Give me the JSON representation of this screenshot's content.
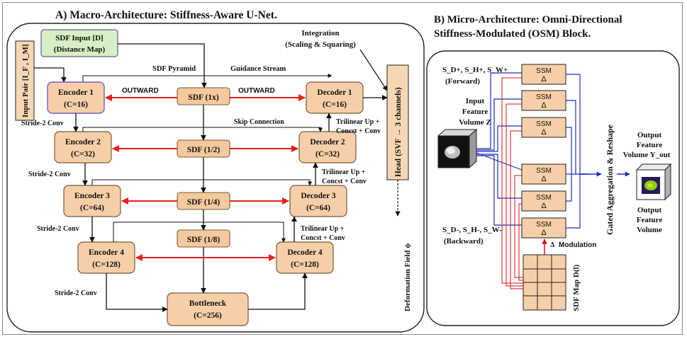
{
  "colors": {
    "node_fill": "#f6cfa8",
    "node_stroke": "#7a5a3a",
    "sdf_fill": "#f3c99d",
    "outward_red": "#e8201a",
    "blue_line": "#1a2fb8",
    "modulation_red": "#e01010",
    "ssm_fill": "#f6cfa8",
    "head_fill": "#f7d7b3"
  },
  "macro": {
    "title": "A) Macro-Architecture: Stiffness-Aware U-Net.",
    "sdf_input": {
      "line1": "SDF Input [D]",
      "line2": "(Distance Map)"
    },
    "input_pair": "Input Pair [I_F , I_M]",
    "integration": {
      "line1": "Integration",
      "line2": "(Scaling & Squaring)"
    },
    "sdf_pyramid": "SDF Pyramid",
    "guidance_stream": "Guidance Stream",
    "outward_left": "OUTWARD",
    "outward_right": "OUTWARD",
    "skip_connection": "Skip Connection",
    "head": "Head (SVF → 3 channels)",
    "deformation_field": "Deformation Field ϕ",
    "encoders": [
      {
        "name": "Encoder 1",
        "channels": "(C=16)"
      },
      {
        "name": "Encoder 2",
        "channels": "(C=32)"
      },
      {
        "name": "Encoder 3",
        "channels": "(C=64)"
      },
      {
        "name": "Encoder 4",
        "channels": "(C=128)"
      }
    ],
    "decoders": [
      {
        "name": "Decoder 1",
        "channels": "(C=16)"
      },
      {
        "name": "Decoder 2",
        "channels": "(C=32)"
      },
      {
        "name": "Decoder 3",
        "channels": "(C=64)"
      },
      {
        "name": "Decoder 4",
        "channels": "(C=128)"
      }
    ],
    "sdf_levels": [
      "SDF (1x)",
      "SDF (1/2)",
      "SDF (1/4)",
      "SDF (1/8)"
    ],
    "bottleneck": {
      "name": "Bottleneck",
      "channels": "(C=256)"
    },
    "stride_labels": [
      "Stride-2 Conv",
      "Stride-2 Conv",
      "Stride-2 Conv",
      "Stride-2 Conv"
    ],
    "upsample_labels": [
      {
        "line1": "Trilinear Up +",
        "line2": "Concst + Conv"
      },
      {
        "line1": "Trilinear Up +",
        "line2": "Concst + Conv"
      },
      {
        "line1": "Trilinear Up +",
        "line2": "Concst + Conv"
      }
    ]
  },
  "micro": {
    "title_line1": "B) Micro-Architecture: Omni-Directional",
    "title_line2": "Stiffness-Modulated (OSM) Block.",
    "forward": {
      "line1": "S_D+, S_H+, S_W+",
      "line2": "(Forward)"
    },
    "backward": {
      "line1": "S_D-, S_H-, S_W-",
      "line2": "(Backward)"
    },
    "input_feature": {
      "line1": "Input",
      "line2": "Feature",
      "line3": "Volume Z"
    },
    "output_feature_top": {
      "line1": "Output",
      "line2": "Feature",
      "line3": "Volume Y_out"
    },
    "output_feature_bottom": {
      "line1": "Output",
      "line2": "Feature",
      "line3": "Volume"
    },
    "ssm_label": "SSM",
    "delta": "Δ",
    "modulation": "Modulation",
    "gated": "Gated Aggregation & Reshape",
    "sdf_map": "SDF Map D(l)"
  }
}
